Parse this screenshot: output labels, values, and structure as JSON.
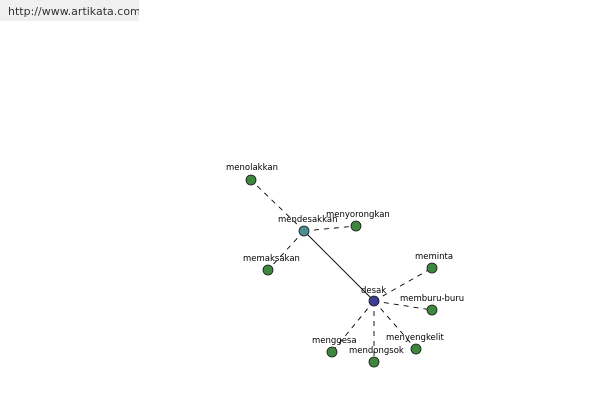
{
  "header": {
    "url": "http://www.artikata.com"
  },
  "colors": {
    "leaf_fill": "#3f873f",
    "hub_fill": "#4a9090",
    "center_fill": "#3d3d93",
    "node_stroke": "#1a1a1a",
    "edge": "#000000"
  },
  "graph": {
    "nodes": [
      {
        "id": "desak",
        "label": "desak",
        "kind": "center"
      },
      {
        "id": "mendesakkan",
        "label": "mendesakkan",
        "kind": "hub"
      },
      {
        "id": "menolakkan",
        "label": "menolakkan",
        "kind": "leaf"
      },
      {
        "id": "menyorongkan",
        "label": "menyorongkan",
        "kind": "leaf"
      },
      {
        "id": "memaksakan",
        "label": "memaksakan",
        "kind": "leaf"
      },
      {
        "id": "meminta",
        "label": "meminta",
        "kind": "leaf"
      },
      {
        "id": "memburu-buru",
        "label": "memburu-buru",
        "kind": "leaf"
      },
      {
        "id": "menyengkelit",
        "label": "menyengkelit",
        "kind": "leaf"
      },
      {
        "id": "mendongsok",
        "label": "mendongsok",
        "kind": "leaf"
      },
      {
        "id": "menggesa",
        "label": "menggesa",
        "kind": "leaf"
      }
    ],
    "edges": [
      {
        "from": "desak",
        "to": "mendesakkan",
        "style": "solid"
      },
      {
        "from": "mendesakkan",
        "to": "menolakkan",
        "style": "dashed"
      },
      {
        "from": "mendesakkan",
        "to": "menyorongkan",
        "style": "dashed"
      },
      {
        "from": "mendesakkan",
        "to": "memaksakan",
        "style": "dashed"
      },
      {
        "from": "desak",
        "to": "meminta",
        "style": "dashed"
      },
      {
        "from": "desak",
        "to": "memburu-buru",
        "style": "dashed"
      },
      {
        "from": "desak",
        "to": "menyengkelit",
        "style": "dashed"
      },
      {
        "from": "desak",
        "to": "mendongsok",
        "style": "dashed"
      },
      {
        "from": "desak",
        "to": "menggesa",
        "style": "dashed"
      }
    ]
  }
}
